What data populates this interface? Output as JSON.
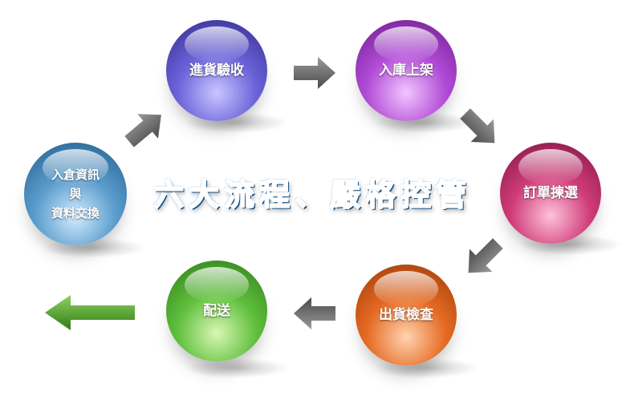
{
  "headline": "六大流程、嚴格控管",
  "steps": [
    {
      "id": "receiving",
      "lines": [
        "進貨驗收"
      ],
      "colors": {
        "light": "#c9c6ff",
        "mid": "#6a62d8",
        "dark": "#2f2a8a"
      }
    },
    {
      "id": "shelving",
      "lines": [
        "入庫上架"
      ],
      "colors": {
        "light": "#f2c6ff",
        "mid": "#b14bd6",
        "dark": "#6a1a8a"
      }
    },
    {
      "id": "picking",
      "lines": [
        "訂單揀選"
      ],
      "colors": {
        "light": "#ffc2dc",
        "mid": "#cf3c78",
        "dark": "#7d1340"
      }
    },
    {
      "id": "inspection",
      "lines": [
        "出貨檢查"
      ],
      "colors": {
        "light": "#ffd3b0",
        "mid": "#e56a22",
        "dark": "#9a3708"
      }
    },
    {
      "id": "delivery",
      "lines": [
        "配送"
      ],
      "colors": {
        "light": "#d8f7b4",
        "mid": "#5fbf3c",
        "dark": "#2c7a18"
      }
    },
    {
      "id": "data-exchange",
      "lines": [
        "入倉資訊",
        "與",
        "資料交換"
      ],
      "colors": {
        "light": "#d3ecff",
        "mid": "#5a9ccc",
        "dark": "#1d5b8a"
      }
    }
  ],
  "arrow_color": "#6e6e6e",
  "exit_arrow_color": "#4e9a2e"
}
